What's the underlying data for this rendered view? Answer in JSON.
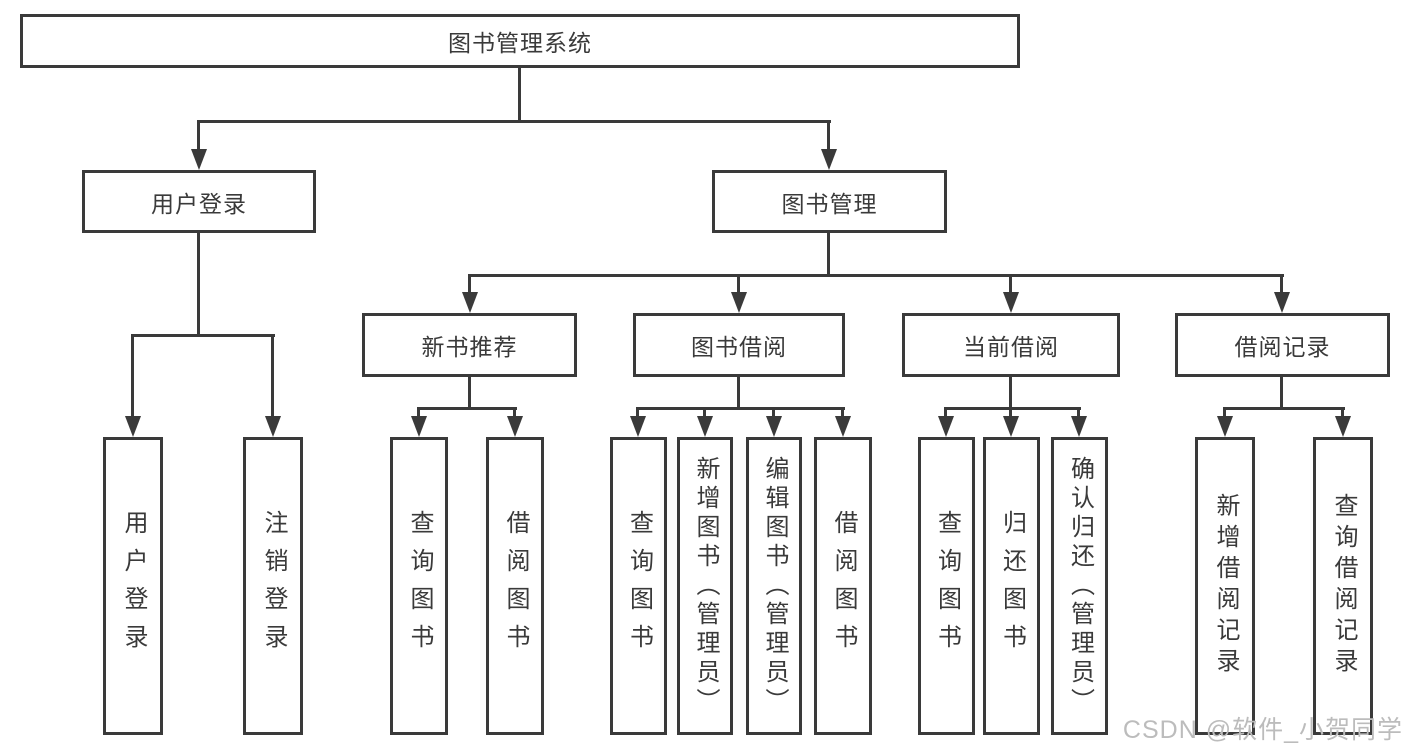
{
  "diagram_type": "hierarchy-chart",
  "nodes": {
    "root": {
      "label": "图书管理系统"
    },
    "level2": [
      {
        "label": "用户登录"
      },
      {
        "label": "图书管理"
      }
    ],
    "level3": [
      {
        "label": "新书推荐",
        "parent": "图书管理"
      },
      {
        "label": "图书借阅",
        "parent": "图书管理"
      },
      {
        "label": "当前借阅",
        "parent": "图书管理"
      },
      {
        "label": "借阅记录",
        "parent": "图书管理"
      }
    ],
    "leaves": [
      {
        "label": "用户登录",
        "parent": "用户登录"
      },
      {
        "label": "注销登录",
        "parent": "用户登录"
      },
      {
        "label": "查询图书",
        "parent": "新书推荐"
      },
      {
        "label": "借阅图书",
        "parent": "新书推荐"
      },
      {
        "label": "查询图书",
        "parent": "图书借阅"
      },
      {
        "label": "新增图书（管理员）",
        "parent": "图书借阅"
      },
      {
        "label": "编辑图书（管理员）",
        "parent": "图书借阅"
      },
      {
        "label": "借阅图书",
        "parent": "图书借阅"
      },
      {
        "label": "查询图书",
        "parent": "当前借阅"
      },
      {
        "label": "归还图书",
        "parent": "当前借阅"
      },
      {
        "label": "确认归还（管理员）",
        "parent": "当前借阅"
      },
      {
        "label": "新增借阅记录",
        "parent": "借阅记录"
      },
      {
        "label": "查询借阅记录",
        "parent": "借阅记录"
      }
    ]
  },
  "watermark": "CSDN @软件_小贺同学",
  "colors": {
    "line": "#3a3a3a",
    "text": "#3a3a3a",
    "watermark": "#bcbcbc",
    "background": "#ffffff"
  }
}
